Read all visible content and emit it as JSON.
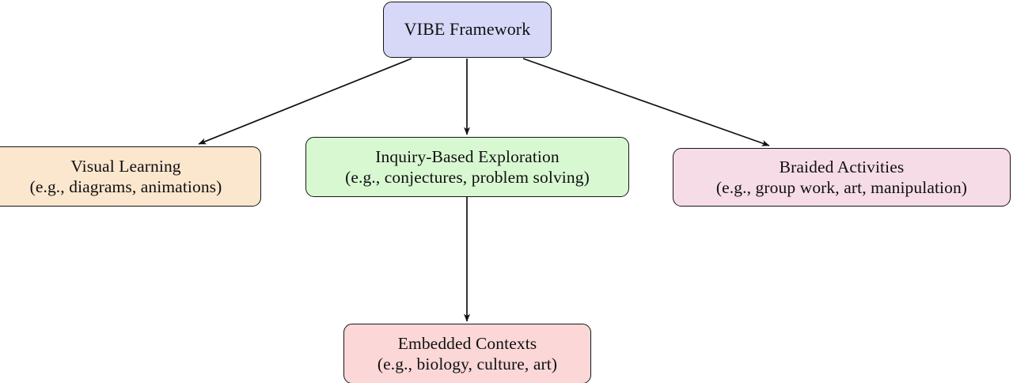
{
  "diagram": {
    "title": "VIBE Framework concept map",
    "type": "flowchart",
    "background": "#ffffff",
    "edge_color": "#101010",
    "nodes": [
      {
        "id": "root",
        "line1": "VIBE Framework",
        "line2": "",
        "fill": "#d7d7f8",
        "stroke": "#161616"
      },
      {
        "id": "visual",
        "line1": "Visual Learning",
        "line2": "(e.g., diagrams, animations)",
        "fill": "#fbe6ce",
        "stroke": "#161616"
      },
      {
        "id": "inquiry",
        "line1": "Inquiry-Based Exploration",
        "line2": "(e.g., conjectures, problem solving)",
        "fill": "#d8f8d2",
        "stroke": "#161616"
      },
      {
        "id": "braided",
        "line1": "Braided Activities",
        "line2": "(e.g., group work, art, manipulation)",
        "fill": "#f6dce7",
        "stroke": "#161616"
      },
      {
        "id": "embedded",
        "line1": "Embedded Contexts",
        "line2": "(e.g., biology, culture, art)",
        "fill": "#fbd7d7",
        "stroke": "#161616"
      }
    ],
    "edges": [
      {
        "from": "root",
        "to": "visual",
        "style": "arrow"
      },
      {
        "from": "root",
        "to": "inquiry",
        "style": "arrow"
      },
      {
        "from": "root",
        "to": "braided",
        "style": "arrow"
      },
      {
        "from": "inquiry",
        "to": "embedded",
        "style": "arrow"
      }
    ]
  }
}
